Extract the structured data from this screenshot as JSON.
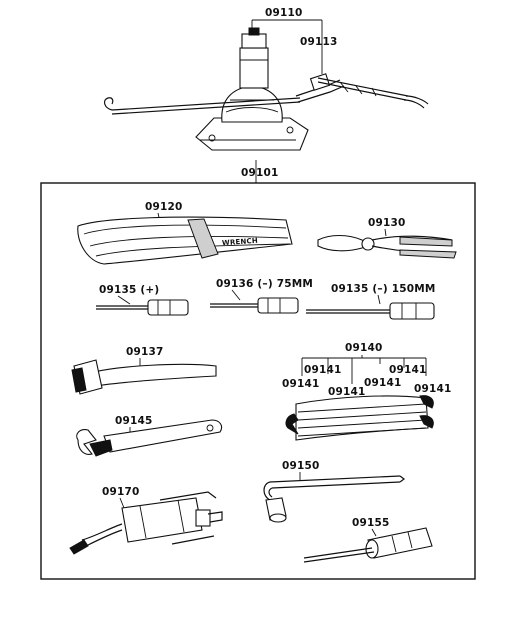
{
  "labels": {
    "jack_assy": "09110",
    "jack_handle": "09113",
    "tool_set": "09101",
    "tool_bag": "09120",
    "pliers": "09130",
    "screwdriver_plus": "09135 (+)",
    "screwdriver_minus_75": "09136 (–)   75MM",
    "screwdriver_minus_150": "09135 (–)   150MM",
    "hammer": "09137",
    "wrench_set": "09140",
    "wrench_1": "09141",
    "wrench_2": "09141",
    "wrench_3": "09141",
    "wrench_4": "09141",
    "wrench_5": "09141",
    "wrench_6": "09141",
    "adjustable_wrench": "09145",
    "wheel_nut_wrench": "09150",
    "grease_gun": "09170",
    "plug_wrench": "09155"
  },
  "bag_text": "WRENCH"
}
